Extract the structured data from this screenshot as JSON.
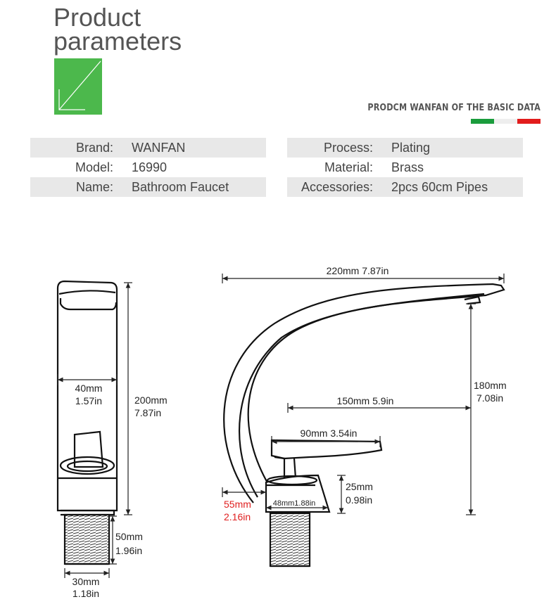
{
  "header": {
    "title_line1": "Product",
    "title_line2": "parameters",
    "tagline": "PRODCM WANFAN OF THE BASIC DATA"
  },
  "colors": {
    "accent_green": "#4cb84c",
    "flag_green": "#1a9c3c",
    "flag_white": "#eeeeee",
    "flag_red": "#e21c1c",
    "row_shade": "#e8e8e8",
    "red_dimension": "#e02020"
  },
  "parameters": {
    "left": [
      {
        "label": "Brand:",
        "value": "WANFAN",
        "shaded": true
      },
      {
        "label": "Model:",
        "value": "16990",
        "shaded": false
      },
      {
        "label": "Name:",
        "value": "Bathroom Faucet",
        "shaded": true
      }
    ],
    "right": [
      {
        "label": "Process:",
        "value": "Plating",
        "shaded": true
      },
      {
        "label": "Material:",
        "value": "Brass",
        "shaded": false
      },
      {
        "label": "Accessories:",
        "value": "2pcs 60cm Pipes",
        "shaded": true
      }
    ]
  },
  "dimensions": {
    "front_width": {
      "mm": "40mm",
      "in": "1.57in"
    },
    "front_height": {
      "mm": "200mm",
      "in": "7.87in"
    },
    "thread_length": {
      "mm": "50mm",
      "in": "1.96in"
    },
    "thread_width": {
      "mm": "30mm",
      "in": "1.18in"
    },
    "total_length": {
      "label": "220mm  7.87in"
    },
    "total_height": {
      "mm": "180mm",
      "in": "7.08in"
    },
    "reach": {
      "label": "150mm   5.9in"
    },
    "handle_length": {
      "label": "90mm 3.54in"
    },
    "base_height": {
      "mm": "25mm",
      "in": "0.98in"
    },
    "base_width": {
      "label": "48mm1.88in"
    },
    "back_offset": {
      "mm": "55mm",
      "in": "2.16in"
    }
  }
}
